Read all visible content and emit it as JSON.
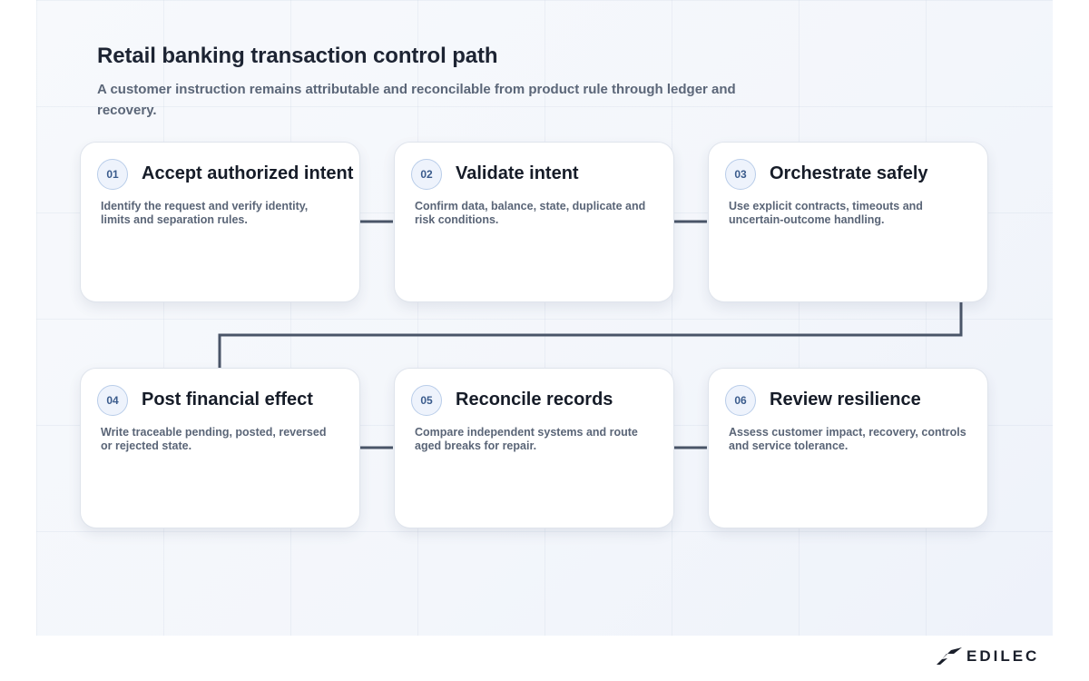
{
  "header": {
    "title": "Retail banking transaction control path",
    "subtitle": "A customer instruction remains attributable and reconcilable from product rule through ledger and recovery."
  },
  "steps": [
    {
      "number": "01",
      "title": "Accept authorized intent",
      "description": "Identify the request and verify identity, limits and separation rules."
    },
    {
      "number": "02",
      "title": "Validate intent",
      "description": "Confirm data, balance, state, duplicate and risk conditions."
    },
    {
      "number": "03",
      "title": "Orchestrate safely",
      "description": "Use explicit contracts, timeouts and uncertain-outcome handling."
    },
    {
      "number": "04",
      "title": "Post financial effect",
      "description": "Write traceable pending, posted, reversed or rejected state."
    },
    {
      "number": "05",
      "title": "Reconcile records",
      "description": "Compare independent systems and route aged breaks for repair."
    },
    {
      "number": "06",
      "title": "Review resilience",
      "description": "Assess customer impact, recovery, controls and service tolerance."
    }
  ],
  "brand": {
    "name": "EDILEC",
    "icon": "edilec-logo-icon",
    "connector_color": "#4a5568",
    "badge_color": "#3a5b8c"
  }
}
